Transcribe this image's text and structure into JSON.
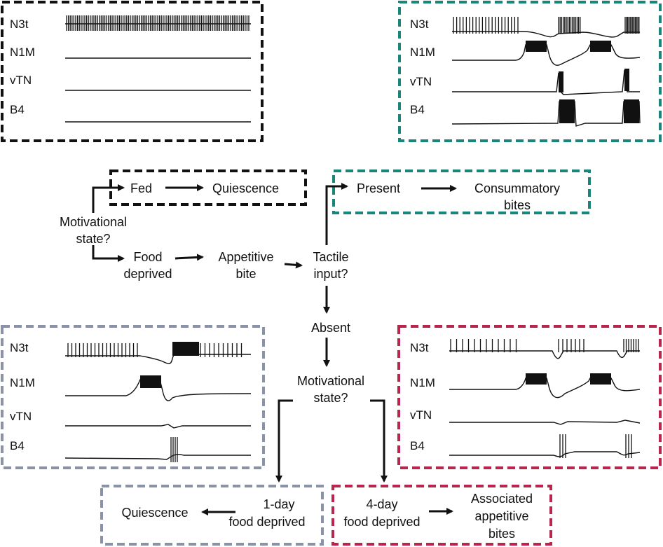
{
  "colors": {
    "fed": "#111111",
    "present": "#1a857a",
    "one_day": "#8a92a8",
    "four_day": "#b8264d",
    "ink": "#111111"
  },
  "panels": {
    "fed": {
      "traces": [
        "N3t",
        "N1M",
        "vTN",
        "B4"
      ]
    },
    "present": {
      "traces": [
        "N3t",
        "N1M",
        "vTN",
        "B4"
      ]
    },
    "one_day": {
      "traces": [
        "N3t",
        "N1M",
        "vTN",
        "B4"
      ]
    },
    "four_day": {
      "traces": [
        "N3t",
        "N1M",
        "vTN",
        "B4"
      ]
    }
  },
  "flow": {
    "fed": "Fed",
    "quiescence_top": "Quiescence",
    "motivational_1": "Motivational",
    "motivational_2": "state?",
    "food_1": "Food",
    "food_2": "deprived",
    "appetitive_1": "Appetitive",
    "appetitive_2": "bite",
    "tactile_1": "Tactile",
    "tactile_2": "input?",
    "present": "Present",
    "consummatory_1": "Consummatory",
    "consummatory_2": "bites",
    "absent": "Absent",
    "motivational2_1": "Motivational",
    "motivational2_2": "state?",
    "quiescence_bottom": "Quiescence",
    "oneday_1": "1-day",
    "oneday_2": "food deprived",
    "fourday_1": "4-day",
    "fourday_2": "food deprived",
    "associated_1": "Associated",
    "associated_2": "appetitive",
    "associated_3": "bites"
  }
}
